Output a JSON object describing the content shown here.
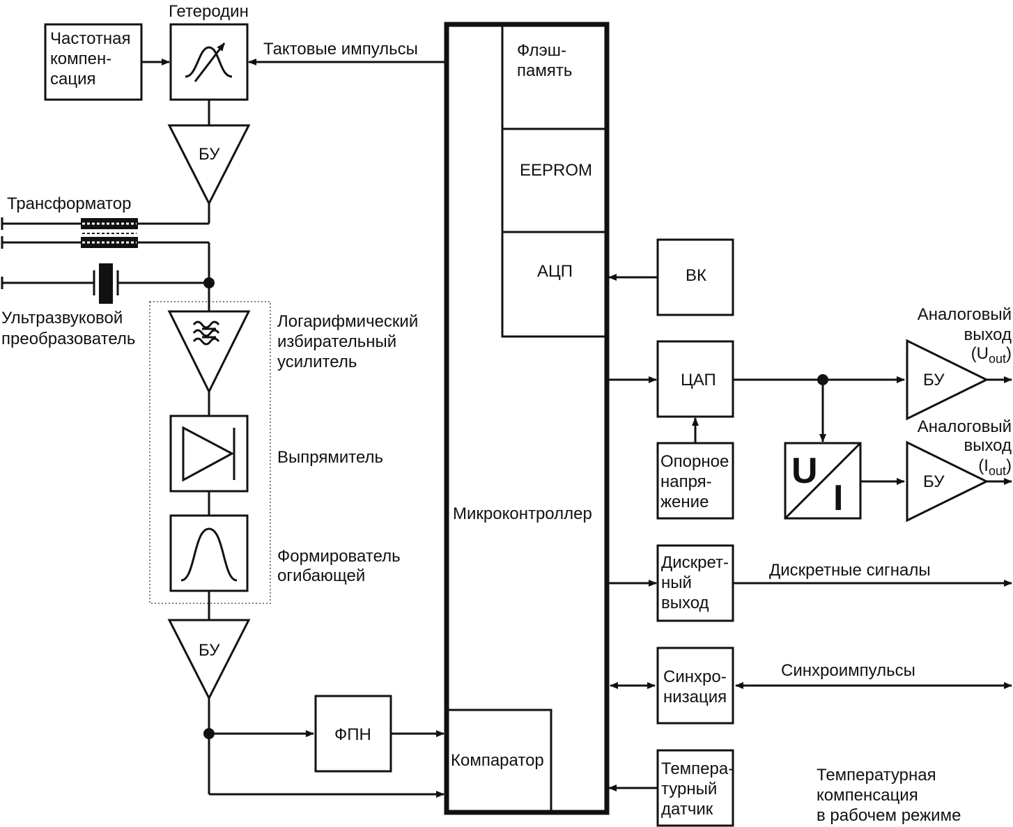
{
  "blocks": {
    "freq_comp": [
      "Частотная",
      "компен-",
      "сация"
    ],
    "heterodyne_title": "Гетеродин",
    "bu": "БУ",
    "transformer": "Трансформатор",
    "transducer": [
      "Ультразвуковой",
      "преобразователь"
    ],
    "log_amp": [
      "Логарифмический",
      "избирательный",
      "усилитель"
    ],
    "rectifier": "Выпрямитель",
    "envelope": [
      "Формирователь",
      "огибающей"
    ],
    "fpn": "ФПН",
    "clock_pulses": "Тактовые импульсы",
    "flash": [
      "Флэш-",
      "память"
    ],
    "eeprom": "EEPROM",
    "adc": "АЦП",
    "microcontroller": "Микроконтроллер",
    "comparator": "Компаратор",
    "vk": "ВК",
    "dac": "ЦАП",
    "ref_voltage": [
      "Опорное",
      "напря-",
      "жение"
    ],
    "ui_converter": {
      "u": "U",
      "i": "I"
    },
    "analog_out_u": {
      "line1": "Аналоговый",
      "line2": "выход",
      "open": "(U",
      "sub": "out",
      "close": ")"
    },
    "analog_out_i": {
      "line1": "Аналоговый",
      "line2": "выход",
      "open": "(I",
      "sub": "out",
      "close": ")"
    },
    "discrete_out": [
      "Дискрет-",
      "ный",
      "выход"
    ],
    "discrete_signals": "Дискретные сигналы",
    "sync": [
      "Синхро-",
      "низация"
    ],
    "sync_pulses": "Синхроимпульсы",
    "temp_sensor": [
      "Темпера-",
      "турный",
      "датчик"
    ],
    "temp_comp": [
      "Температурная",
      "компенсация",
      "в рабочем режиме"
    ]
  }
}
